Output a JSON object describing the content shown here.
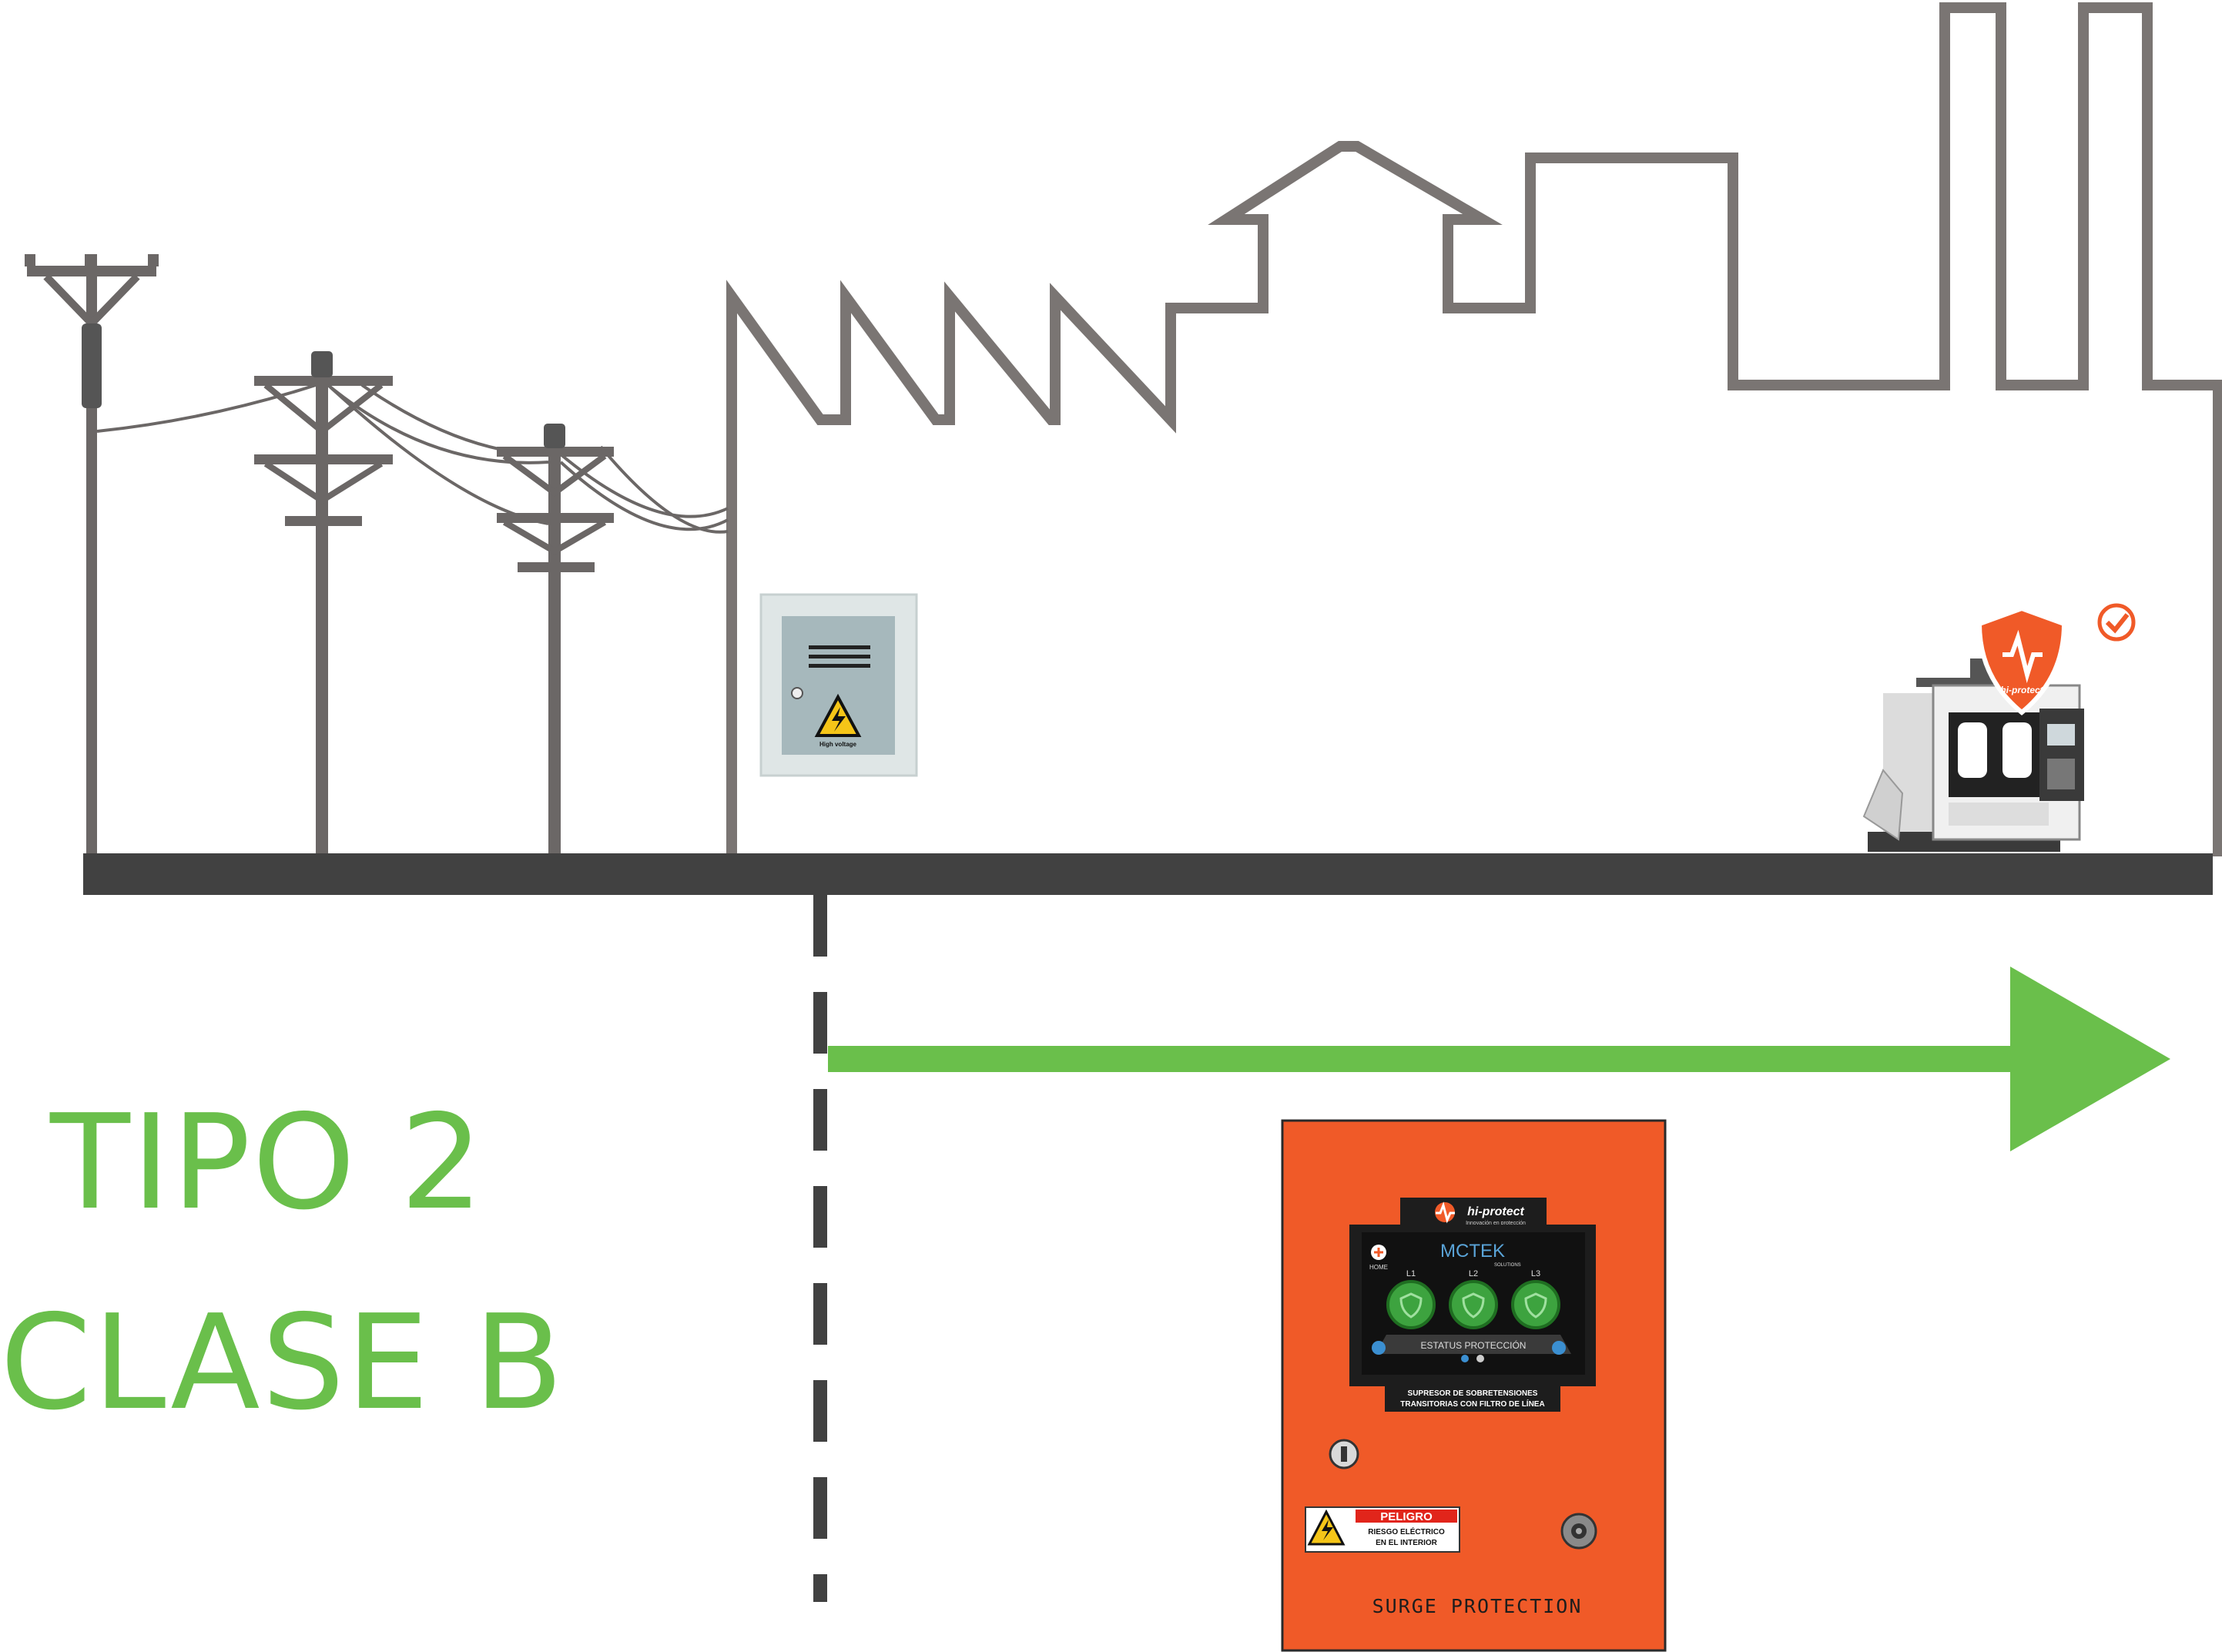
{
  "labels": {
    "tipo": "TIPO 2",
    "clase": "CLASE B"
  },
  "panel": {
    "brand": "hi-protect",
    "brand_tagline": "Innovación en protección",
    "display_brand": "MCTEK",
    "display_brand_sub": "SOLUTIONS",
    "home_label": "HOME",
    "lines": [
      "L1",
      "L2",
      "L3"
    ],
    "status_label": "ESTATUS PROTECCIÓN",
    "description_line1": "SUPRESOR DE SOBRETENSIONES",
    "description_line2": "TRANSITORIAS CON FILTRO DE LÍNEA",
    "warning_title": "PELIGRO",
    "warning_line1": "RIESGO ELÉCTRICO",
    "warning_line2": "EN EL INTERIOR",
    "footer": "SURGE PROTECTION"
  },
  "breaker_box": {
    "sign_text": "High voltage"
  },
  "badge": {
    "text": "hi-protect"
  },
  "colors": {
    "green": "#6abf4b",
    "orange": "#f05a28",
    "outline_gray": "#7a7573",
    "pole_gray": "#6b6766",
    "ground_dark": "#414141",
    "panel_screen": "#1d1d1d",
    "status_green": "#3da33f"
  },
  "icons": [
    "utility-pole-icon",
    "factory-outline-icon",
    "breaker-box-icon",
    "cnc-machine-icon",
    "shield-check-icon",
    "lightning-warning-icon",
    "arrow-right-icon"
  ]
}
